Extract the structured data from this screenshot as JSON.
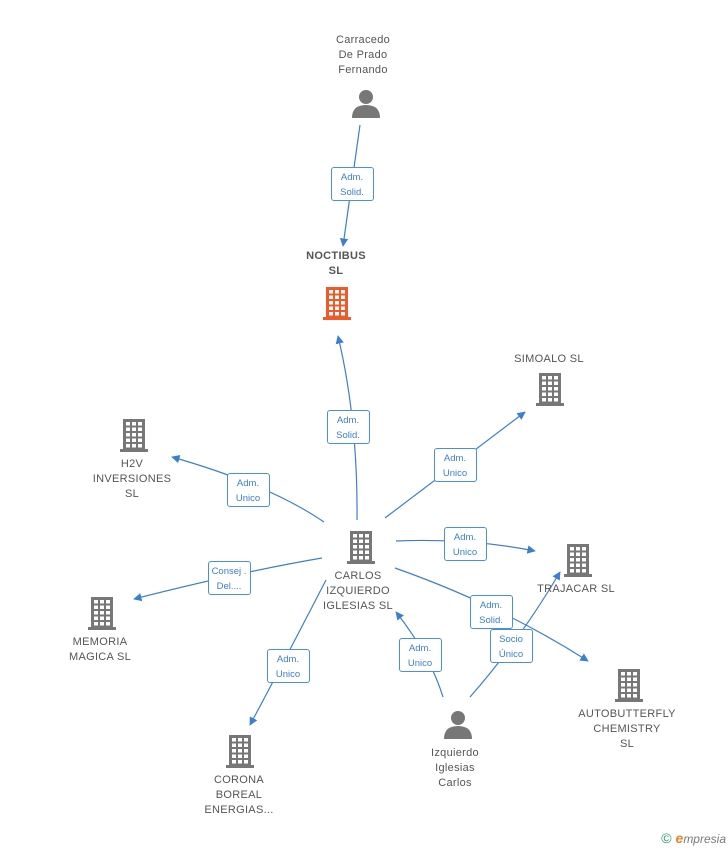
{
  "colors": {
    "edge": "#3a7fd0",
    "person": "#777777",
    "company": "#777777",
    "highlight_company": "#f05a28"
  },
  "nodes": [
    {
      "id": "carracedo",
      "type": "person",
      "label": "Carracedo\nDe Prado\nFernando",
      "highlight": false
    },
    {
      "id": "noctibus",
      "type": "company",
      "label": "NOCTIBUS\nSL",
      "highlight": true
    },
    {
      "id": "simoalo",
      "type": "company",
      "label": "SIMOALO  SL",
      "highlight": false
    },
    {
      "id": "h2v",
      "type": "company",
      "label": "H2V\nINVERSIONES\nSL",
      "highlight": false
    },
    {
      "id": "carlos_sl",
      "type": "company",
      "label": "CARLOS\nIZQUIERDO\nIGLESIAS SL",
      "highlight": false
    },
    {
      "id": "trajacar",
      "type": "company",
      "label": "TRAJACAR  SL",
      "highlight": false
    },
    {
      "id": "memoria",
      "type": "company",
      "label": "MEMORIA\nMAGICA  SL",
      "highlight": false
    },
    {
      "id": "autobutterfly",
      "type": "company",
      "label": "AUTOBUTTERFLY\nCHEMISTRY\nSL",
      "highlight": false
    },
    {
      "id": "corona",
      "type": "company",
      "label": "CORONA\nBOREAL\nENERGIAS...",
      "highlight": false
    },
    {
      "id": "izquierdo",
      "type": "person",
      "label": "Izquierdo\nIglesias\nCarlos",
      "highlight": false
    }
  ],
  "edges": [
    {
      "from": "carracedo",
      "to": "noctibus",
      "label": "Adm.\nSolid."
    },
    {
      "from": "carlos_sl",
      "to": "noctibus",
      "label": "Adm.\nSolid."
    },
    {
      "from": "carlos_sl",
      "to": "simoalo",
      "label": "Adm.\nUnico"
    },
    {
      "from": "carlos_sl",
      "to": "h2v",
      "label": "Adm.\nUnico"
    },
    {
      "from": "carlos_sl",
      "to": "trajacar",
      "label": "Adm.\nUnico"
    },
    {
      "from": "carlos_sl",
      "to": "memoria",
      "label": "Consej .\nDel...."
    },
    {
      "from": "carlos_sl",
      "to": "autobutterfly",
      "label": "Adm.\nSolid."
    },
    {
      "from": "carlos_sl",
      "to": "corona",
      "label": "Adm.\nUnico"
    },
    {
      "from": "izquierdo",
      "to": "carlos_sl",
      "label": "Adm.\nUnico"
    },
    {
      "from": "izquierdo",
      "to": "trajacar",
      "label": "Socio\nÚnico"
    }
  ],
  "footer": {
    "copyright_symbol": "©",
    "brand_initial": "e",
    "brand_rest": "mpresia"
  }
}
